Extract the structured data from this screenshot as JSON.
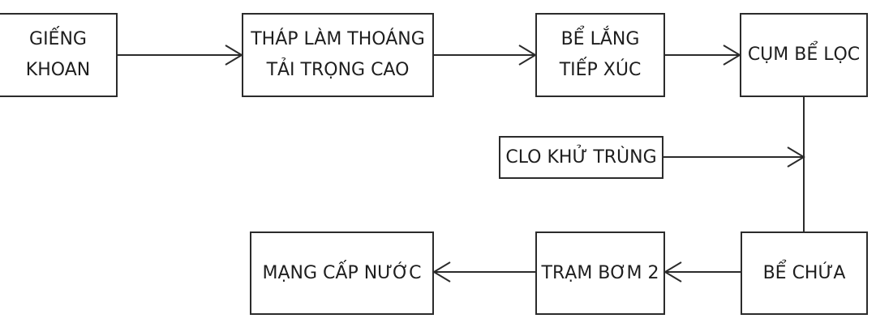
{
  "diagram": {
    "nodes": {
      "gieng_khoan": "GIẾNG\nKHOAN",
      "thap_lam_thoang": "THÁP LÀM THOÁNG\nTẢI TRỌNG CAO",
      "be_lang": "BỂ LẮNG\nTIẾP XÚC",
      "cum_be_loc": "CỤM BỂ LỌC",
      "clo_khu_trung": "CLO KHỬ TRÙNG",
      "be_chua": "BỂ CHỨA",
      "tram_bom": "TRẠM BƠM 2",
      "mang_cap_nuoc": "MẠNG CẤP NƯỚC"
    },
    "edges": [
      {
        "from": "gieng_khoan",
        "to": "thap_lam_thoang"
      },
      {
        "from": "thap_lam_thoang",
        "to": "be_lang"
      },
      {
        "from": "be_lang",
        "to": "cum_be_loc"
      },
      {
        "from": "clo_khu_trung",
        "to": "cum_be_loc-be_chua-line"
      },
      {
        "from": "cum_be_loc",
        "to": "be_chua"
      },
      {
        "from": "be_chua",
        "to": "tram_bom"
      },
      {
        "from": "tram_bom",
        "to": "mang_cap_nuoc"
      }
    ],
    "colors": {
      "line": "#2b2b2b",
      "text": "#1e1e1e"
    }
  }
}
